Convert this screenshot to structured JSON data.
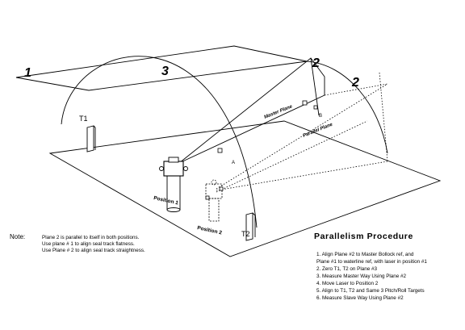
{
  "diagram": {
    "plane_labels": {
      "plane_1": "1",
      "arc_3": "3",
      "plane_2": "2",
      "plane_2_alt": "2"
    },
    "plane_names": {
      "master": "Master Plane",
      "parallel": "Parallel Plane"
    },
    "targets": {
      "t1": "T1",
      "t2": "T2",
      "point_a": "A",
      "point_b": "B"
    },
    "positions": {
      "position_1": "Position 1",
      "position_2": "Position 2"
    }
  },
  "note": {
    "label": "Note:",
    "lines": [
      "Plane 2 is parallel to itself in both positions.",
      "Use plane # 1 to align seal track flatness.",
      "Use Plane # 2 to align seal track straightness."
    ]
  },
  "procedure": {
    "title": "Parallelism Procedure",
    "steps": [
      "1.  Align Plane #2 to Master Bollock ref, and",
      "     Plane #1 to waterline ref, with laser in position #1",
      "2.  Zero T1, T2 on Plane #3",
      "3.  Measure Master Way Using Plane #2",
      "4.  Move Laser to Position 2",
      "5.  Align to T1, T2 and Same 3 Pitch/Roll Targets",
      "6.  Measure Slave Way Using Plane #2"
    ]
  }
}
